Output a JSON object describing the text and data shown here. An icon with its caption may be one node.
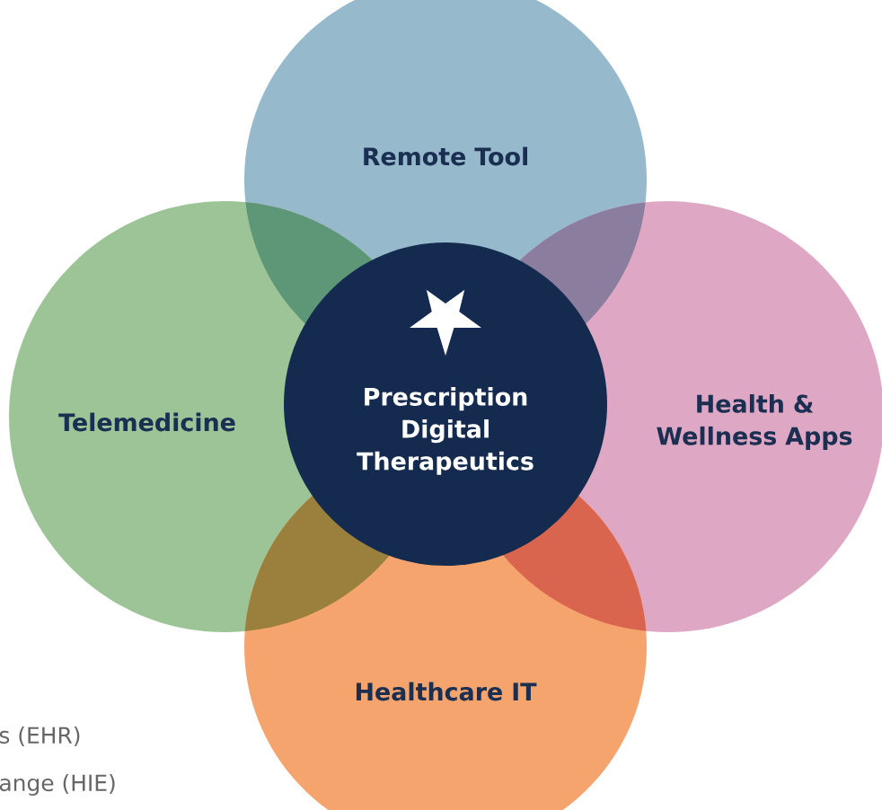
{
  "diagram": {
    "nodes": [
      {
        "text": [
          "Remote Tool"
        ]
      },
      {
        "text": [
          "Telemedicine"
        ]
      },
      {
        "text": [
          "Health & Wellness Apps"
        ]
      },
      {
        "text": [
          "Healthcare IT"
        ]
      },
      {
        "text": [
          "Prescription Digital Therapeutics"
        ]
      }
    ],
    "labels": [
      "s (EHR)",
      "ange (HIE)"
    ]
  }
}
